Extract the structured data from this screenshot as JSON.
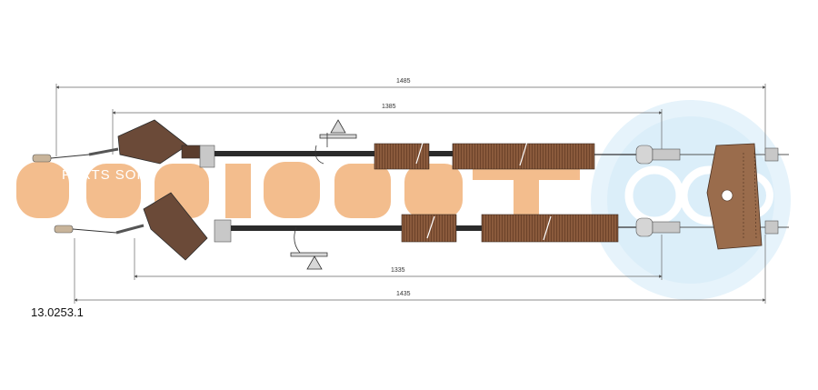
{
  "diagram": {
    "part_number": "13.0253.1",
    "dimensions": {
      "top_outer": "1485",
      "top_inner": "1385",
      "bottom_inner": "1335",
      "bottom_outer": "1435"
    },
    "watermark": {
      "brand_logo": "ADRIAUT",
      "overlay_text": "PARTS SOFT",
      "brand_color": "#f2b27a",
      "logo_circle_color": "#dff0fb"
    },
    "colors": {
      "cable_housing": "#8a5a3c",
      "cable_core": "#2b2b2b",
      "metal": "#c8c8c8"
    }
  }
}
